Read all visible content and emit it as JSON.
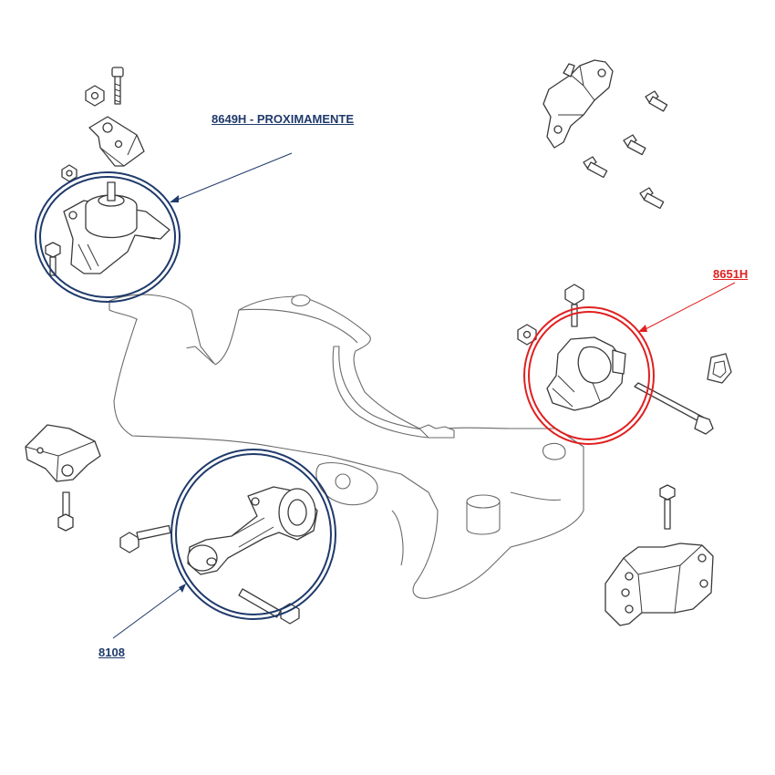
{
  "labels": {
    "mount_left_top": "8649H - PROXIMAMENTE",
    "mount_right": "8651H",
    "mount_rear_bottom": "8108"
  },
  "colors": {
    "navy": "#1f3a6b",
    "red": "#e02020",
    "line_art": "#3a3a3a"
  }
}
